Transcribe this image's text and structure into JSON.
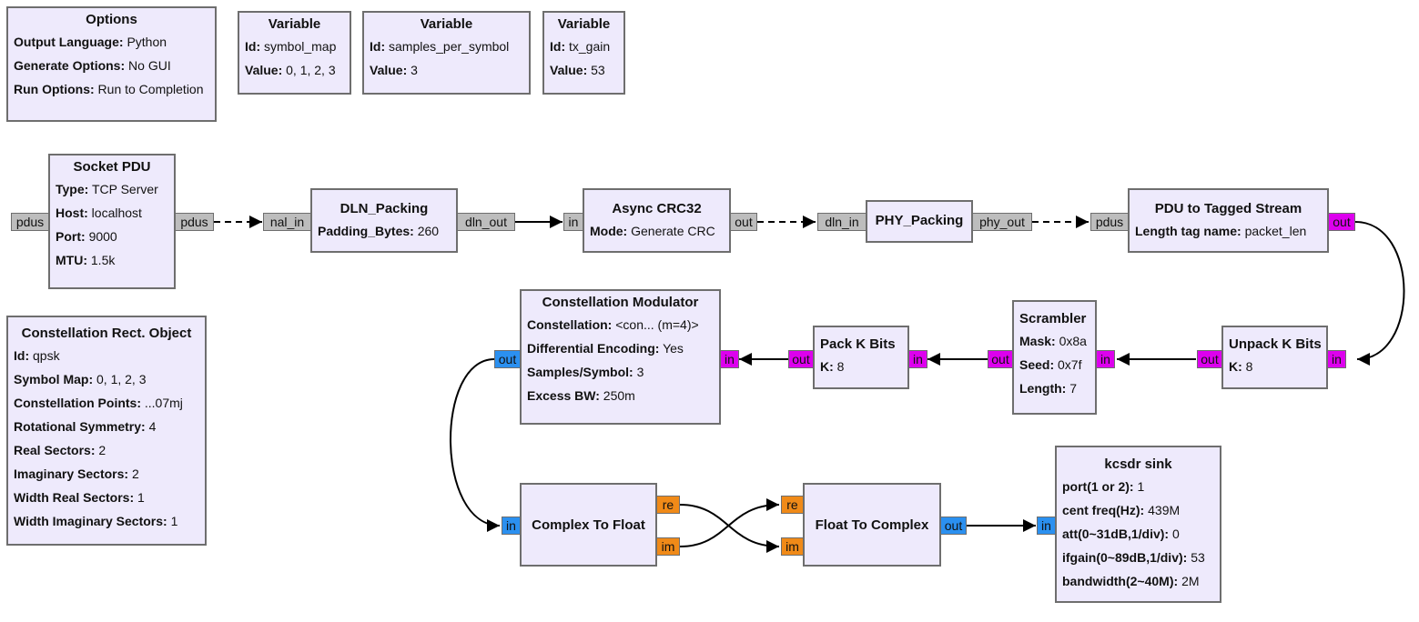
{
  "options": {
    "title": "Options",
    "rows": [
      {
        "label": "Output Language:",
        "value": "Python"
      },
      {
        "label": "Generate Options:",
        "value": "No GUI"
      },
      {
        "label": "Run Options:",
        "value": "Run to Completion"
      }
    ]
  },
  "variables": [
    {
      "title": "Variable",
      "id_label": "Id:",
      "id": "symbol_map",
      "value_label": "Value:",
      "value": "0, 1, 2, 3"
    },
    {
      "title": "Variable",
      "id_label": "Id:",
      "id": "samples_per_symbol",
      "value_label": "Value:",
      "value": "3"
    },
    {
      "title": "Variable",
      "id_label": "Id:",
      "id": "tx_gain",
      "value_label": "Value:",
      "value": "53"
    }
  ],
  "socket_pdu": {
    "title": "Socket PDU",
    "rows": [
      {
        "label": "Type:",
        "value": "TCP Server"
      },
      {
        "label": "Host:",
        "value": "localhost"
      },
      {
        "label": "Port:",
        "value": "9000"
      },
      {
        "label": "MTU:",
        "value": "1.5k"
      }
    ],
    "port_in": "pdus",
    "port_out": "pdus"
  },
  "dln_packing": {
    "title": "DLN_Packing",
    "rows": [
      {
        "label": "Padding_Bytes:",
        "value": "260"
      }
    ],
    "port_in": "nal_in",
    "port_out": "dln_out"
  },
  "async_crc32": {
    "title": "Async CRC32",
    "rows": [
      {
        "label": "Mode:",
        "value": "Generate CRC"
      }
    ],
    "port_in": "in",
    "port_out": "out"
  },
  "phy_packing": {
    "title": "PHY_Packing",
    "port_in": "dln_in",
    "port_out": "phy_out"
  },
  "pdu_to_tagged": {
    "title": "PDU to Tagged Stream",
    "rows": [
      {
        "label": "Length tag name:",
        "value": "packet_len"
      }
    ],
    "port_in": "pdus",
    "port_out": "out"
  },
  "constellation_object": {
    "title": "Constellation Rect. Object",
    "rows": [
      {
        "label": "Id:",
        "value": "qpsk"
      },
      {
        "label": "Symbol Map:",
        "value": "0, 1, 2, 3"
      },
      {
        "label": "Constellation Points:",
        "value": "...07mj"
      },
      {
        "label": "Rotational Symmetry:",
        "value": "4"
      },
      {
        "label": "Real Sectors:",
        "value": "2"
      },
      {
        "label": "Imaginary Sectors:",
        "value": "2"
      },
      {
        "label": "Width Real Sectors:",
        "value": "1"
      },
      {
        "label": "Width Imaginary Sectors:",
        "value": "1"
      }
    ]
  },
  "constellation_modulator": {
    "title": "Constellation Modulator",
    "rows": [
      {
        "label": "Constellation:",
        "value": "<con... (m=4)>"
      },
      {
        "label": "Differential Encoding:",
        "value": "Yes"
      },
      {
        "label": "Samples/Symbol:",
        "value": "3"
      },
      {
        "label": "Excess BW:",
        "value": "250m"
      }
    ],
    "port_in": "in",
    "port_out": "out"
  },
  "pack_k_bits": {
    "title": "Pack K Bits",
    "rows": [
      {
        "label": "K:",
        "value": "8"
      }
    ],
    "port_in": "in",
    "port_out": "out"
  },
  "scrambler": {
    "title": "Scrambler",
    "rows": [
      {
        "label": "Mask:",
        "value": "0x8a"
      },
      {
        "label": "Seed:",
        "value": "0x7f"
      },
      {
        "label": "Length:",
        "value": "7"
      }
    ],
    "port_in": "in",
    "port_out": "out"
  },
  "unpack_k_bits": {
    "title": "Unpack K Bits",
    "rows": [
      {
        "label": "K:",
        "value": "8"
      }
    ],
    "port_in": "in",
    "port_out": "out"
  },
  "complex_to_float": {
    "title": "Complex To Float",
    "port_in": "in",
    "port_re": "re",
    "port_im": "im"
  },
  "float_to_complex": {
    "title": "Float To Complex",
    "port_re": "re",
    "port_im": "im",
    "port_out": "out"
  },
  "kcsdr_sink": {
    "title": "kcsdr sink",
    "rows": [
      {
        "label": "port(1 or 2):",
        "value": "1"
      },
      {
        "label": "cent freq(Hz):",
        "value": "439M"
      },
      {
        "label": "att(0~31dB,1/div):",
        "value": "0"
      },
      {
        "label": "ifgain(0~89dB,1/div):",
        "value": "53"
      },
      {
        "label": "bandwidth(2~40M):",
        "value": "2M"
      }
    ],
    "port_in": "in"
  },
  "colors": {
    "block_fill": "#eeeafc",
    "block_border": "#6e6e6e",
    "message_port": "#bdbdbd",
    "byte_port": "#dd00ee",
    "complex_port": "#2b90f0",
    "float_port": "#f08a18"
  }
}
